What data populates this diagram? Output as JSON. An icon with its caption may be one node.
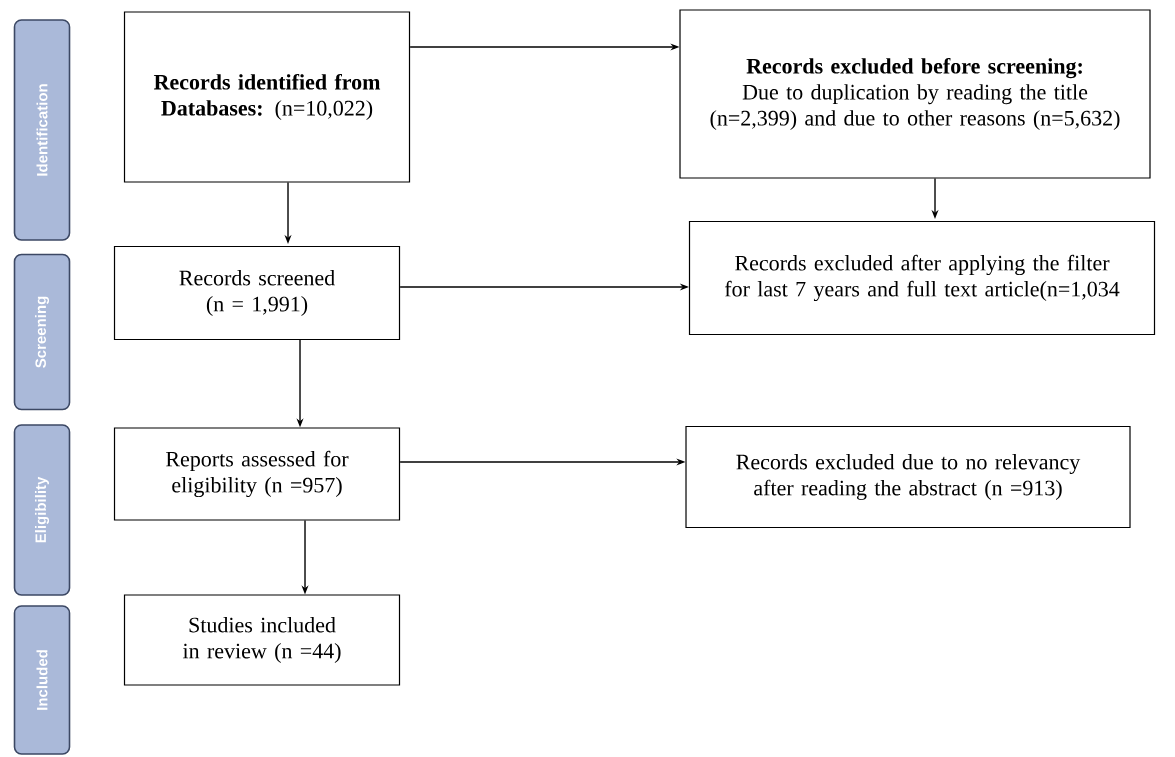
{
  "diagram": {
    "nodes": [
      {
        "text": [
          "Identification"
        ]
      },
      {
        "text": [
          "Screening"
        ]
      },
      {
        "text": [
          "Eligibility"
        ]
      },
      {
        "text": [
          "Included"
        ]
      },
      {
        "text": [
          "**Records identified from Databases:** (n=10,022)"
        ]
      },
      {
        "text": [
          "**Records excluded before screening:** Due to duplication by reading the title (n=2,399) and due to other reasons (n=5,632)"
        ]
      },
      {
        "text": [
          "Records screened (n = 1,991)"
        ]
      },
      {
        "text": [
          "Records excluded after applying the filter for last 7 years and full text article(n=1,034"
        ]
      },
      {
        "text": [
          "Reports assessed for eligibility (n =957)"
        ]
      },
      {
        "text": [
          "Records excluded due to no relevancy after reading the abstract (n =913)"
        ]
      },
      {
        "text": [
          "Studies included in review (n =44)"
        ]
      }
    ],
    "edges": [
      {
        "from": 4,
        "to": 5,
        "arrow": "to"
      },
      {
        "from": 4,
        "to": 6,
        "arrow": "to"
      },
      {
        "from": 5,
        "to": 7,
        "arrow": "to"
      },
      {
        "from": 6,
        "to": 7,
        "arrow": "to"
      },
      {
        "from": 6,
        "to": 8,
        "arrow": "to"
      },
      {
        "from": 8,
        "to": 9,
        "arrow": "to"
      },
      {
        "from": 8,
        "to": 10,
        "arrow": "to"
      }
    ]
  }
}
